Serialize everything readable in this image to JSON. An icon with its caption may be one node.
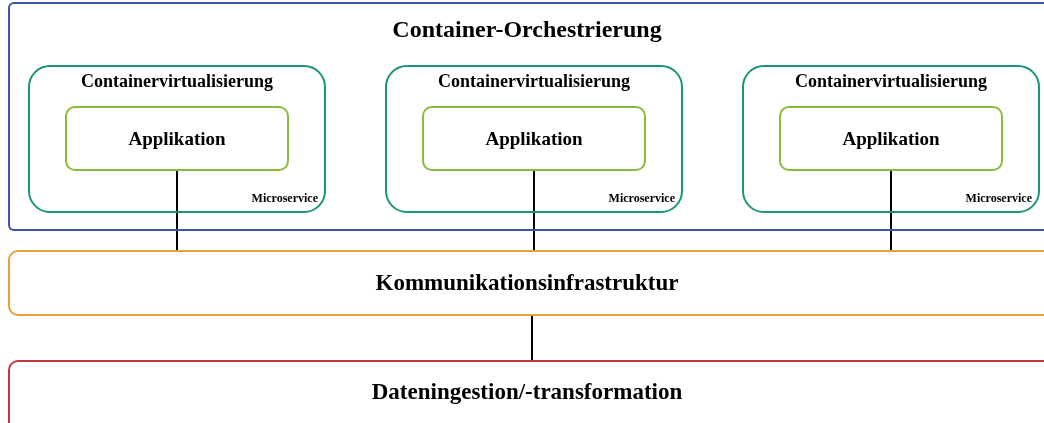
{
  "diagram": {
    "nodes": [
      {
        "text": [
          "Container-Orchestrierung"
        ]
      },
      {
        "text": [
          "Containervirtualisierung",
          "Microservice"
        ],
        "in": 0
      },
      {
        "text": [
          "Applikation"
        ],
        "in": 1
      },
      {
        "text": [
          "Containervirtualisierung",
          "Microservice"
        ],
        "in": 0
      },
      {
        "text": [
          "Applikation"
        ],
        "in": 3
      },
      {
        "text": [
          "Containervirtualisierung",
          "Microservice"
        ],
        "in": 0
      },
      {
        "text": [
          "Applikation"
        ],
        "in": 5
      },
      {
        "text": [
          "Kommunikationsinfrastruktur"
        ]
      },
      {
        "text": [
          "Dateningestion/-transformation"
        ]
      }
    ],
    "edges": [
      {
        "from": 2,
        "to": 7,
        "arrow": "none"
      },
      {
        "from": 4,
        "to": 7,
        "arrow": "none"
      },
      {
        "from": 6,
        "to": 7,
        "arrow": "none"
      },
      {
        "from": 7,
        "to": 8,
        "arrow": "none"
      }
    ]
  }
}
